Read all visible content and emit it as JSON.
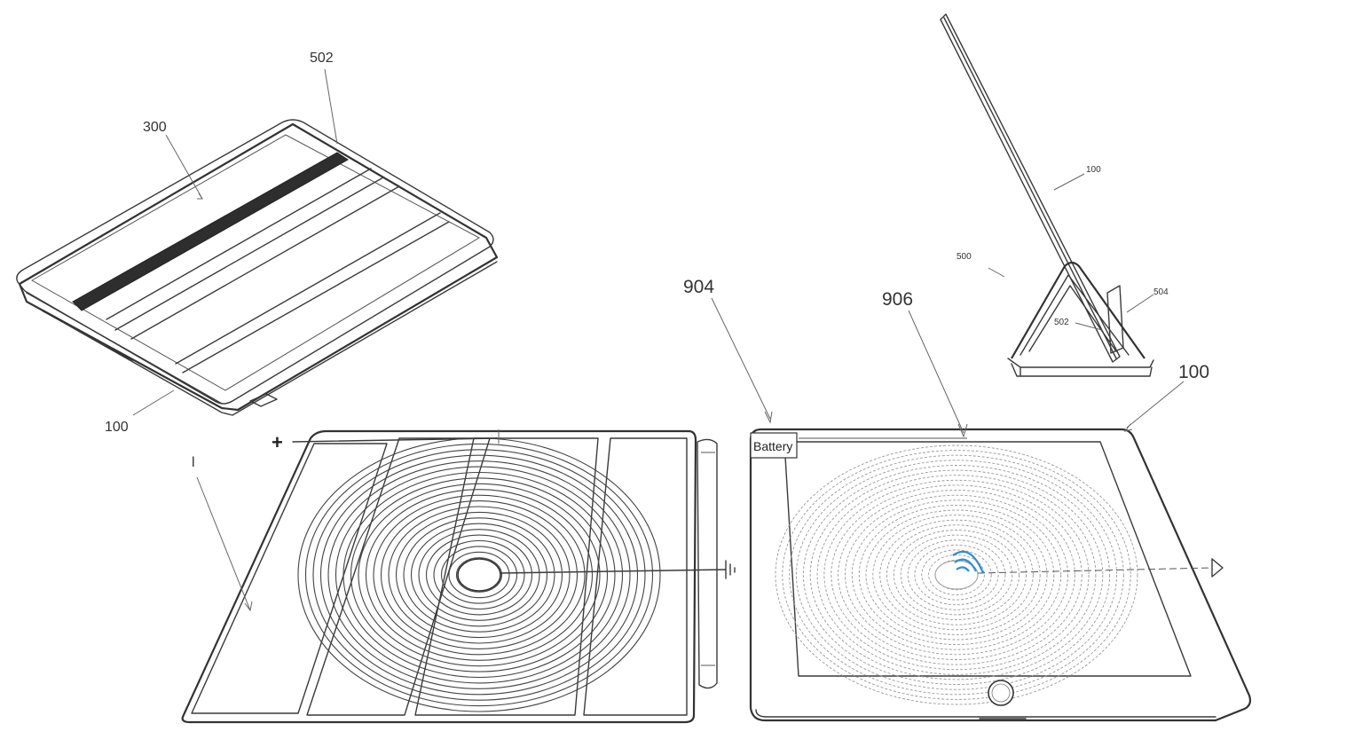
{
  "labels": {
    "fig_a_300": "300",
    "fig_a_502": "502",
    "fig_a_100": "100",
    "fig_b_100": "100",
    "fig_b_500": "500",
    "fig_b_502": "502",
    "fig_b_504": "504",
    "fig_c_904": "904",
    "fig_c_906": "906",
    "fig_c_100": "100",
    "left_plus": "+",
    "left_mark": "l",
    "battery": "Battery"
  },
  "colors": {
    "line": "#3a3a3a",
    "wifi_symbol": "#2a8fd6"
  },
  "icons": {
    "ground_left": "ground-symbol-icon",
    "ground_right": "ground-symbol-icon",
    "wireless": "wifi-icon",
    "home_button": "home-button-icon"
  }
}
